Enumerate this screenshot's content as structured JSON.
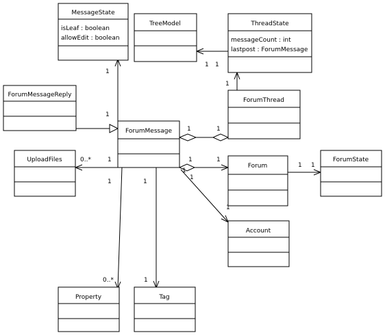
{
  "classes": {
    "message_state": {
      "name": "MessageState",
      "attributes": [
        "isLeaf : boolean",
        "allowEdit : boolean"
      ]
    },
    "tree_model": {
      "name": "TreeModel",
      "attributes": []
    },
    "thread_state": {
      "name": "ThreadState",
      "attributes": [
        "messageCount : int",
        "lastpost : ForumMessage"
      ]
    },
    "forum_message_reply": {
      "name": "ForumMessageReply",
      "attributes": []
    },
    "forum_thread": {
      "name": "ForumThread",
      "attributes": []
    },
    "forum_message": {
      "name": "ForumMessage",
      "attributes": []
    },
    "upload_files": {
      "name": "UploadFiles",
      "attributes": []
    },
    "forum": {
      "name": "Forum",
      "attributes": []
    },
    "forum_state": {
      "name": "ForumState",
      "attributes": []
    },
    "account": {
      "name": "Account",
      "attributes": []
    },
    "property": {
      "name": "Property",
      "attributes": []
    },
    "tag": {
      "name": "Tag",
      "attributes": []
    }
  },
  "multiplicities": {
    "message_state_one": "1",
    "reply_one": "1",
    "tree_model_one": "1",
    "thread_state_one": "1",
    "forum_thread_one_top": "1",
    "forum_message_thread_one": "1",
    "forum_thread_one": "1",
    "upload_files_many": "0..*",
    "forum_message_upload_one": "1",
    "forum_message_forum_one_a": "1",
    "forum_message_forum_one_b": "1",
    "forum_message_forum_one_c": "1",
    "forum_one": "1",
    "forum_forum_state_one": "1",
    "forum_state_one": "1",
    "account_one": "1",
    "forum_message_property_one": "1",
    "forum_message_tag_one": "1",
    "property_many": "0..*",
    "tag_one": "1"
  }
}
